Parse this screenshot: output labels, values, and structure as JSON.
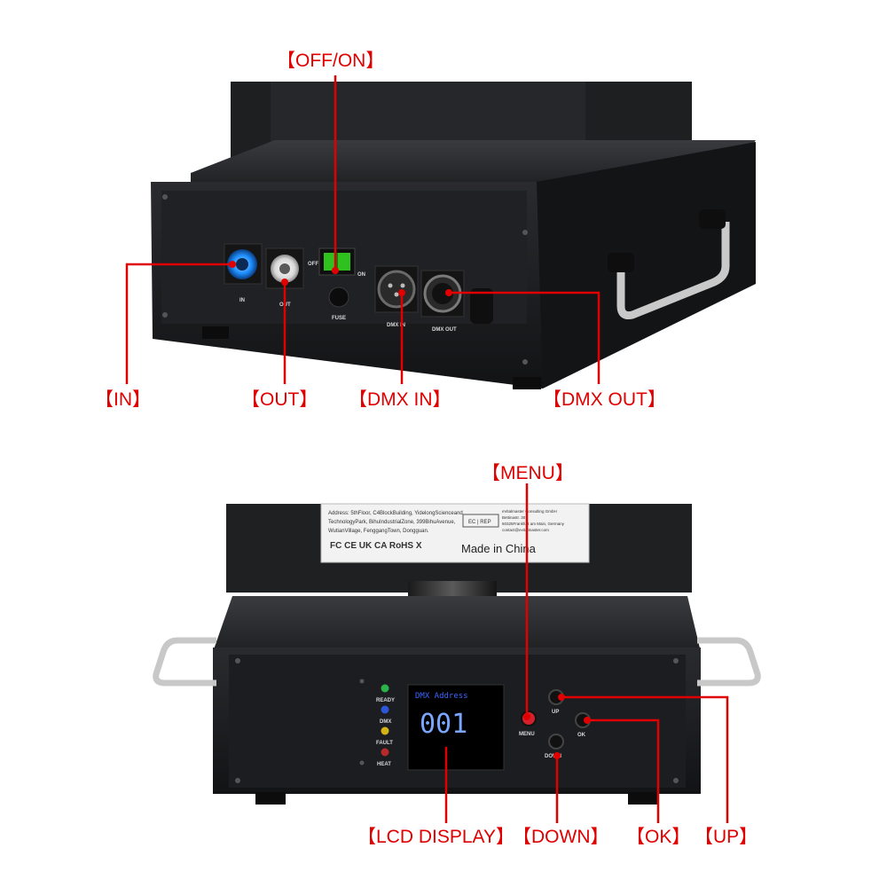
{
  "callouts": {
    "off_on": "【OFF/ON】",
    "in": "【IN】",
    "out": "【OUT】",
    "dmx_in": "【DMX IN】",
    "dmx_out": "【DMX OUT】",
    "menu": "【MENU】",
    "lcd_display": "【LCD DISPLAY】",
    "down": "【DOWN】",
    "ok": "【OK】",
    "up": "【UP】"
  },
  "back_panel": {
    "off": "OFF",
    "on": "ON",
    "in": "IN",
    "out": "OUT",
    "fuse": "FUSE",
    "dmx_in": "DMX IN",
    "dmx_out": "DMX OUT"
  },
  "front_panel": {
    "leds": [
      "READY",
      "DMX",
      "FAULT",
      "HEAT"
    ],
    "menu": "MENU",
    "up": "UP",
    "down": "DOWN",
    "ok": "OK",
    "lcd_title": "DMX Address",
    "lcd_value": "001"
  },
  "label_plate": {
    "address_lines": [
      "Address: 5thFloor, C4BlockBuilding, YidelongScienceand",
      "TechnologyPark, BihuIndustrialZone, 399BihuAvenue,",
      "WutianVillage, FenggangTown, Dongguan."
    ],
    "ec_rep": "EC | REP",
    "ec_lines": [
      "eVitalmaster Consulting GmbH",
      "Bettinastr. 30",
      "60325Frankfurt am Main, Germany",
      "contact@evitalmaster.com"
    ],
    "cert_marks": "FC CE UK CA RoHS X",
    "made_in": "Made in China"
  },
  "colors": {
    "callout": "#e10000",
    "chassis": "#1b1c1e",
    "power_in": "#1e90ff",
    "power_out": "#e8e8e8",
    "switch": "#2fc21f",
    "lcd_text": "#7aa6ff",
    "menu_button": "#d4202a"
  }
}
